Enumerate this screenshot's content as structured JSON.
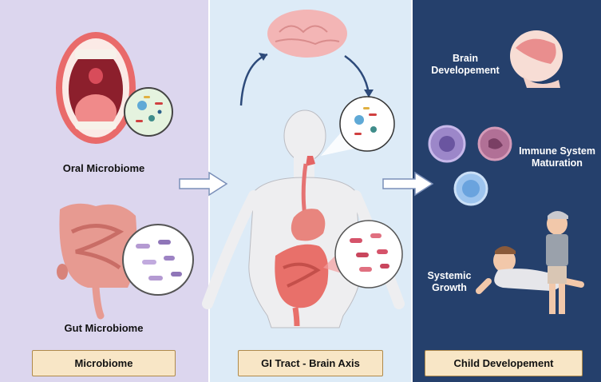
{
  "panels": {
    "microbiome": {
      "oral_label": "Oral Microbiome",
      "gut_label": "Gut Microbiome",
      "footer": "Microbiome"
    },
    "axis": {
      "footer": "GI Tract - Brain Axis"
    },
    "child": {
      "brain_label": "Brain Developement",
      "immune_label": "Immune System Maturation",
      "growth_label": "Systemic Growth",
      "footer": "Child Developement"
    }
  },
  "colors": {
    "panel_left": "#dcd6ee",
    "panel_middle": "#ddebf7",
    "panel_right": "#25406c",
    "footer_fill": "#f8e6c6",
    "footer_border": "#b08a4a",
    "arrow": "#2d4a7a"
  }
}
